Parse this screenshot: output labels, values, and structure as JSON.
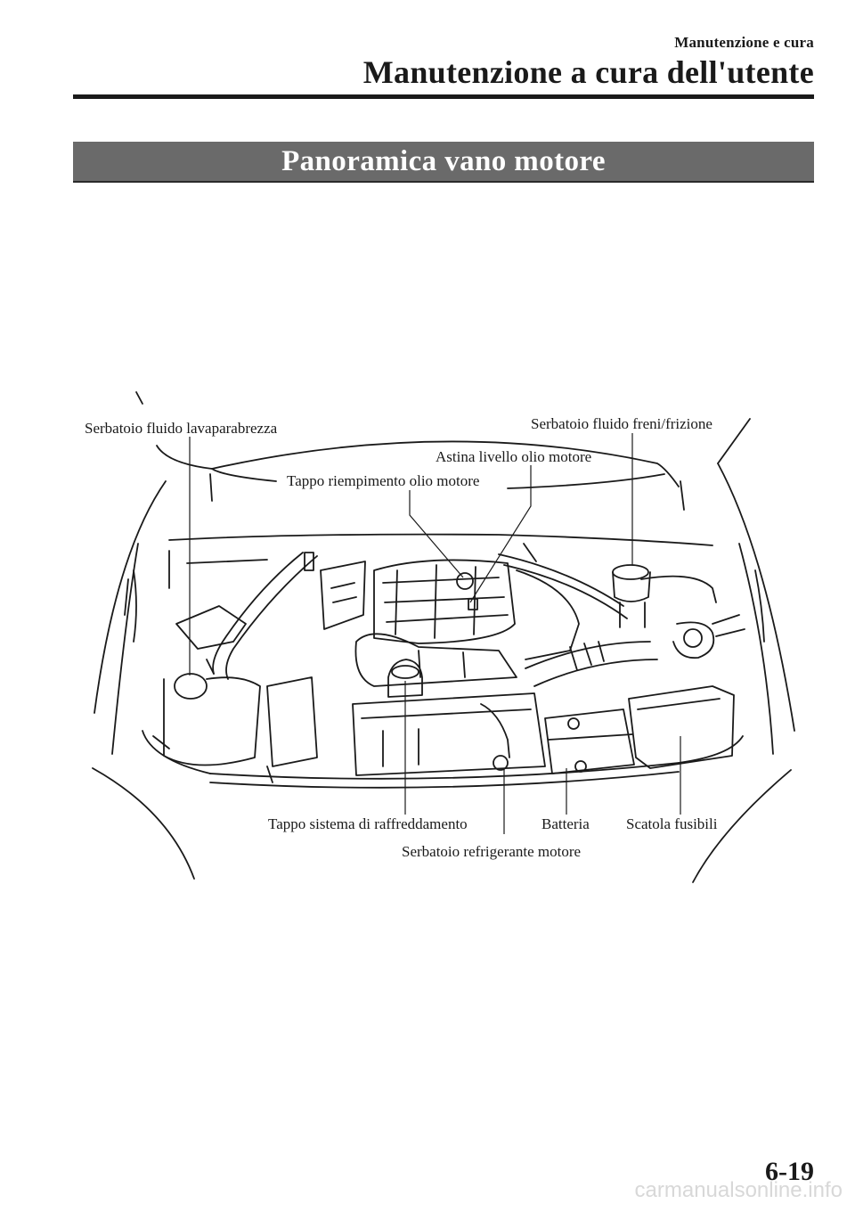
{
  "header": {
    "chapter": "Manutenzione e cura",
    "section": "Manutenzione a cura dell'utente"
  },
  "banner": {
    "title": "Panoramica vano motore"
  },
  "figure": {
    "callouts": {
      "washer_reservoir": "Serbatoio fluido lavaparabrezza",
      "brake_clutch_reservoir": "Serbatoio fluido freni/frizione",
      "oil_dipstick": "Astina livello olio motore",
      "oil_filler_cap": "Tappo riempimento olio motore",
      "cooling_cap": "Tappo sistema di raffreddamento",
      "battery": "Batteria",
      "fuse_box": "Scatola fusibili",
      "coolant_reservoir": "Serbatoio refrigerante motore"
    }
  },
  "footer": {
    "page_number": "6-19",
    "watermark": "carmanualsonline.info"
  }
}
